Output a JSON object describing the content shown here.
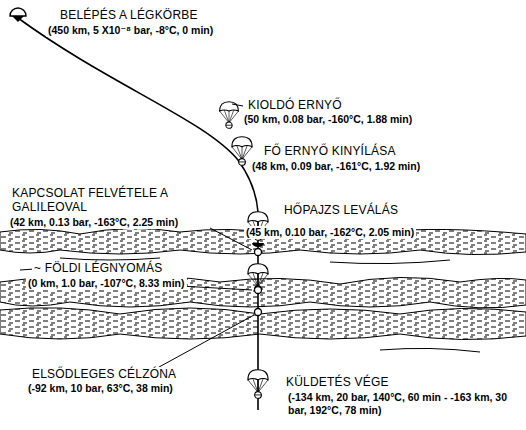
{
  "diagram": {
    "labels": [
      "BELÉPÉS A LÉGKÖRBE",
      "(450 km, 5 X10⁻⁸ bar, -8°C, 0 min)",
      "KIOLDÓ ERNYŐ",
      "(50 km, 0.08 bar, -160°C, 1.88 min)",
      "FŐ ERNYŐ KINYÍLÁSA",
      "(48 km, 0.09 bar, -161°C, 1.92 min)",
      "KAPCSOLAT FELVÉTELE A GALILEOVAL",
      "(42 km, 0.13 bar, -163°C, 2.25 min)",
      "HŐPAJZS LEVÁLÁS",
      "(45 km, 0.10 bar, -162°C, 2.05 min)",
      "~ FÖLDI LÉGNYOMÁS",
      "(0 km, 1.0 bar, -107°C, 8.33 min)",
      "ELSŐDLEGES CÉLZÓNA",
      "(-92 km, 10 bar, 63°C, 38 min)",
      "KÜLDETÉS VÉGE",
      "(-134 km, 20 bar, 140°C, 60 min - -163 km, 30 bar, 192°C, 78 min)"
    ]
  }
}
